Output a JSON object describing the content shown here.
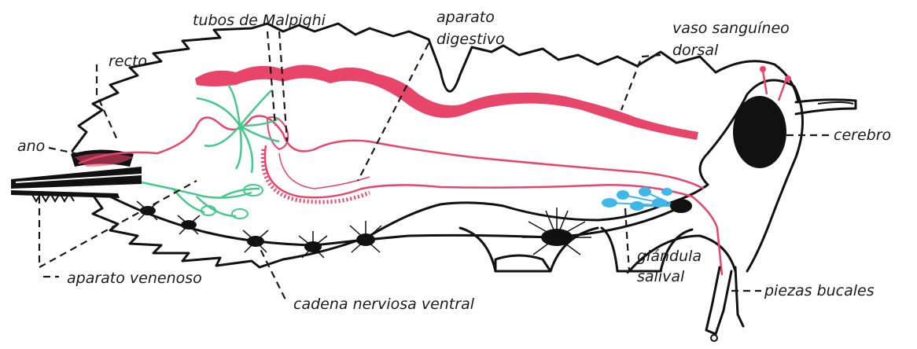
{
  "colors": {
    "outline": "#111111",
    "digestive": "#e8456b",
    "malpighi": "#43c98b",
    "salivary": "#3fb7e8",
    "nerve": "#111111",
    "background": "#ffffff"
  },
  "labels": {
    "tubos_malpighi": "tubos de Malpighi",
    "aparato_digestivo_1": "aparato",
    "aparato_digestivo_2": "digestivo",
    "vaso_1": "vaso sanguíneo",
    "vaso_2": "dorsal",
    "recto": "recto",
    "ano": "ano",
    "cerebro": "cerebro",
    "glandula_1": "glándula",
    "glandula_2": "salival",
    "piezas_bucales": "piezas bucales",
    "aparato_venenoso": "aparato venenoso",
    "cadena_nerviosa": "cadena nerviosa ventral"
  }
}
